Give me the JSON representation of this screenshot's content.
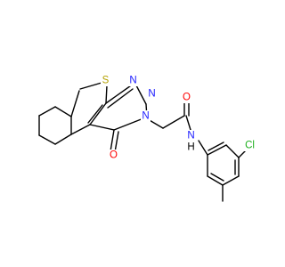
{
  "colors": {
    "bond": "#000000",
    "S": "#b5a100",
    "N": "#1919ff",
    "O": "#ff0000",
    "Cl": "#1fb01f",
    "background": "#ffffff"
  },
  "atoms": {
    "S": "S",
    "N1": "N",
    "N2": "N",
    "N3": "N",
    "O_ring": "O",
    "O_amide": "O",
    "N_amide": "N",
    "H_amide": "H",
    "Cl": "Cl"
  }
}
